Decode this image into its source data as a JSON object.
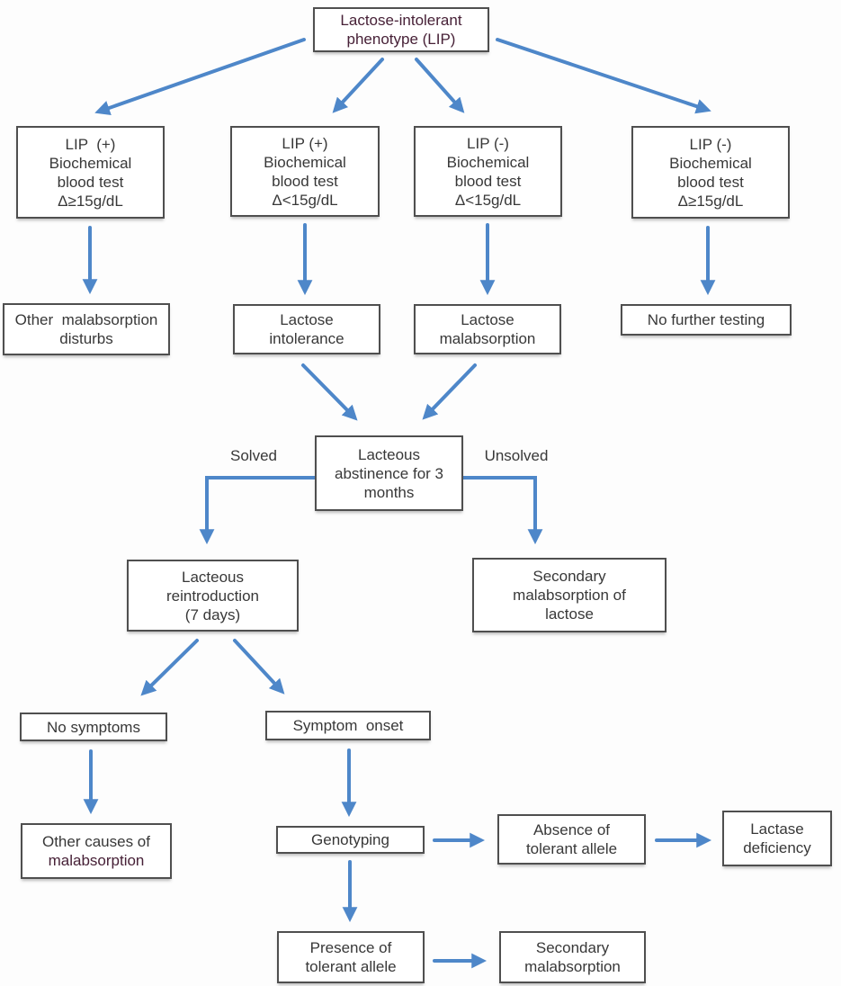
{
  "colors": {
    "arrow": "#4e87c9",
    "box_border": "#4f4f4f",
    "text": "#383838",
    "accent_text": "#472137",
    "background": "#fdfdfd"
  },
  "nodes": {
    "lip": {
      "label": "Lactose-intolerant\nphenotype (LIP)"
    },
    "lip_pos_high": {
      "label": "LIP  (+)\nBiochemical\nblood test\nΔ≥15g/dL"
    },
    "lip_pos_low": {
      "label": "LIP (+)\nBiochemical\nblood test\nΔ<15g/dL"
    },
    "lip_neg_low": {
      "label": "LIP (-)\nBiochemical\nblood test\nΔ<15g/dL"
    },
    "lip_neg_high": {
      "label": "LIP (-)\nBiochemical\nblood test\nΔ≥15g/dL"
    },
    "other_malabsorption": {
      "label": "Other  malabsorption\ndisturbs"
    },
    "lactose_intolerance": {
      "label": "Lactose\nintolerance"
    },
    "lactose_malabsorption": {
      "label": "Lactose\nmalabsorption"
    },
    "no_further_testing": {
      "label": "No further testing"
    },
    "lacteous_abstinence": {
      "label": "Lacteous\nabstinence for 3\nmonths"
    },
    "lacteous_reintroduction": {
      "label": "Lacteous\nreintroduction\n(7 days)"
    },
    "secondary_malabsorption_lactose": {
      "label": "Secondary\nmalabsorption of\nlactose"
    },
    "no_symptoms": {
      "label": "No symptoms"
    },
    "symptom_onset": {
      "label": "Symptom  onset"
    },
    "other_causes": {
      "line1": "Other causes of",
      "line2": "malabsorption"
    },
    "genotyping": {
      "label": "Genotyping"
    },
    "absence_tolerant_allele": {
      "label": "Absence of\ntolerant allele"
    },
    "lactase_deficiency": {
      "label": "Lactase\ndeficiency"
    },
    "presence_tolerant_allele": {
      "label": "Presence of\ntolerant allele"
    },
    "secondary_malabsorption": {
      "label": "Secondary\nmalabsorption"
    }
  },
  "edge_labels": {
    "solved": "Solved",
    "unsolved": "Unsolved"
  }
}
